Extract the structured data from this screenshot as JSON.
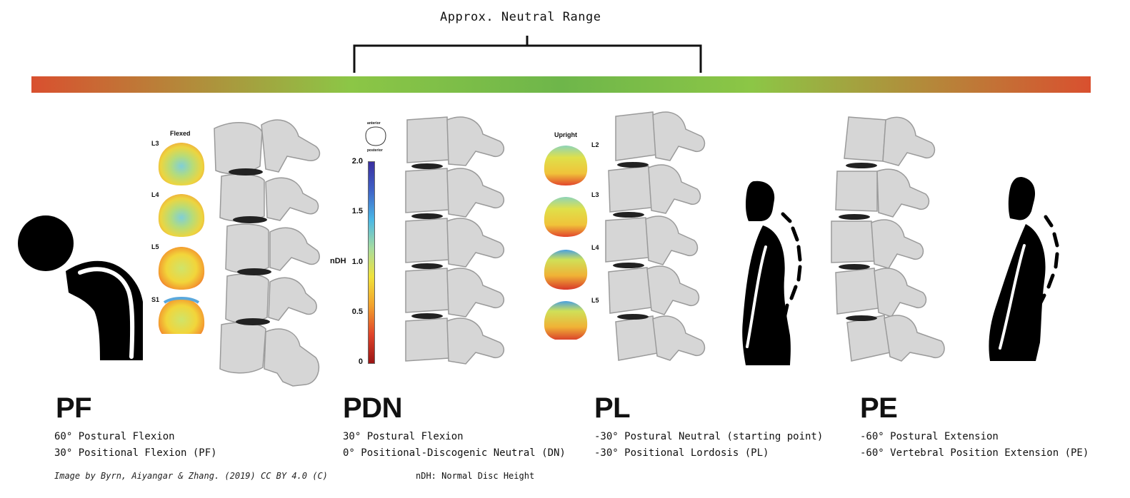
{
  "range_label": "Approx. Neutral Range",
  "gradient": {
    "edge_color": "#d9502f",
    "mid_color": "#8cc646",
    "center_color": "#6eb64a"
  },
  "panels": [
    {
      "id": "pf",
      "code": "PF",
      "line1": "60° Postural Flexion",
      "line2": "30° Positional Flexion (PF)",
      "disc_title": "Flexed",
      "disc_levels": [
        "L3",
        "L4",
        "L5",
        "S1"
      ],
      "silhouette": "person-bent-forward-icon"
    },
    {
      "id": "pdn",
      "code": "PDN",
      "line1": "30° Postural Flexion",
      "line2": "0° Positional-Discogenic Neutral (DN)"
    },
    {
      "id": "pl",
      "code": "PL",
      "line1": "-30° Postural Neutral (starting point)",
      "line2": "-30° Positional Lordosis (PL)",
      "disc_title": "Upright",
      "disc_levels": [
        "L2",
        "L3",
        "L4",
        "L5"
      ],
      "silhouette": "person-upright-icon"
    },
    {
      "id": "pe",
      "code": "PE",
      "line1": "-60° Postural Extension",
      "line2": "-60° Vertebral Position Extension (PE)",
      "silhouette": "person-extension-icon"
    }
  ],
  "colorbar": {
    "axis_label": "nDH",
    "ticks": [
      "2.0",
      "1.5",
      "1.0",
      "0.5",
      "0"
    ],
    "orientation_top": "anterior",
    "orientation_bottom": "posterior"
  },
  "credit": "Image by Byrn, Aiyangar & Zhang. (2019) CC BY 4.0 (C)",
  "ndh_note": "nDH: Normal Disc Height"
}
